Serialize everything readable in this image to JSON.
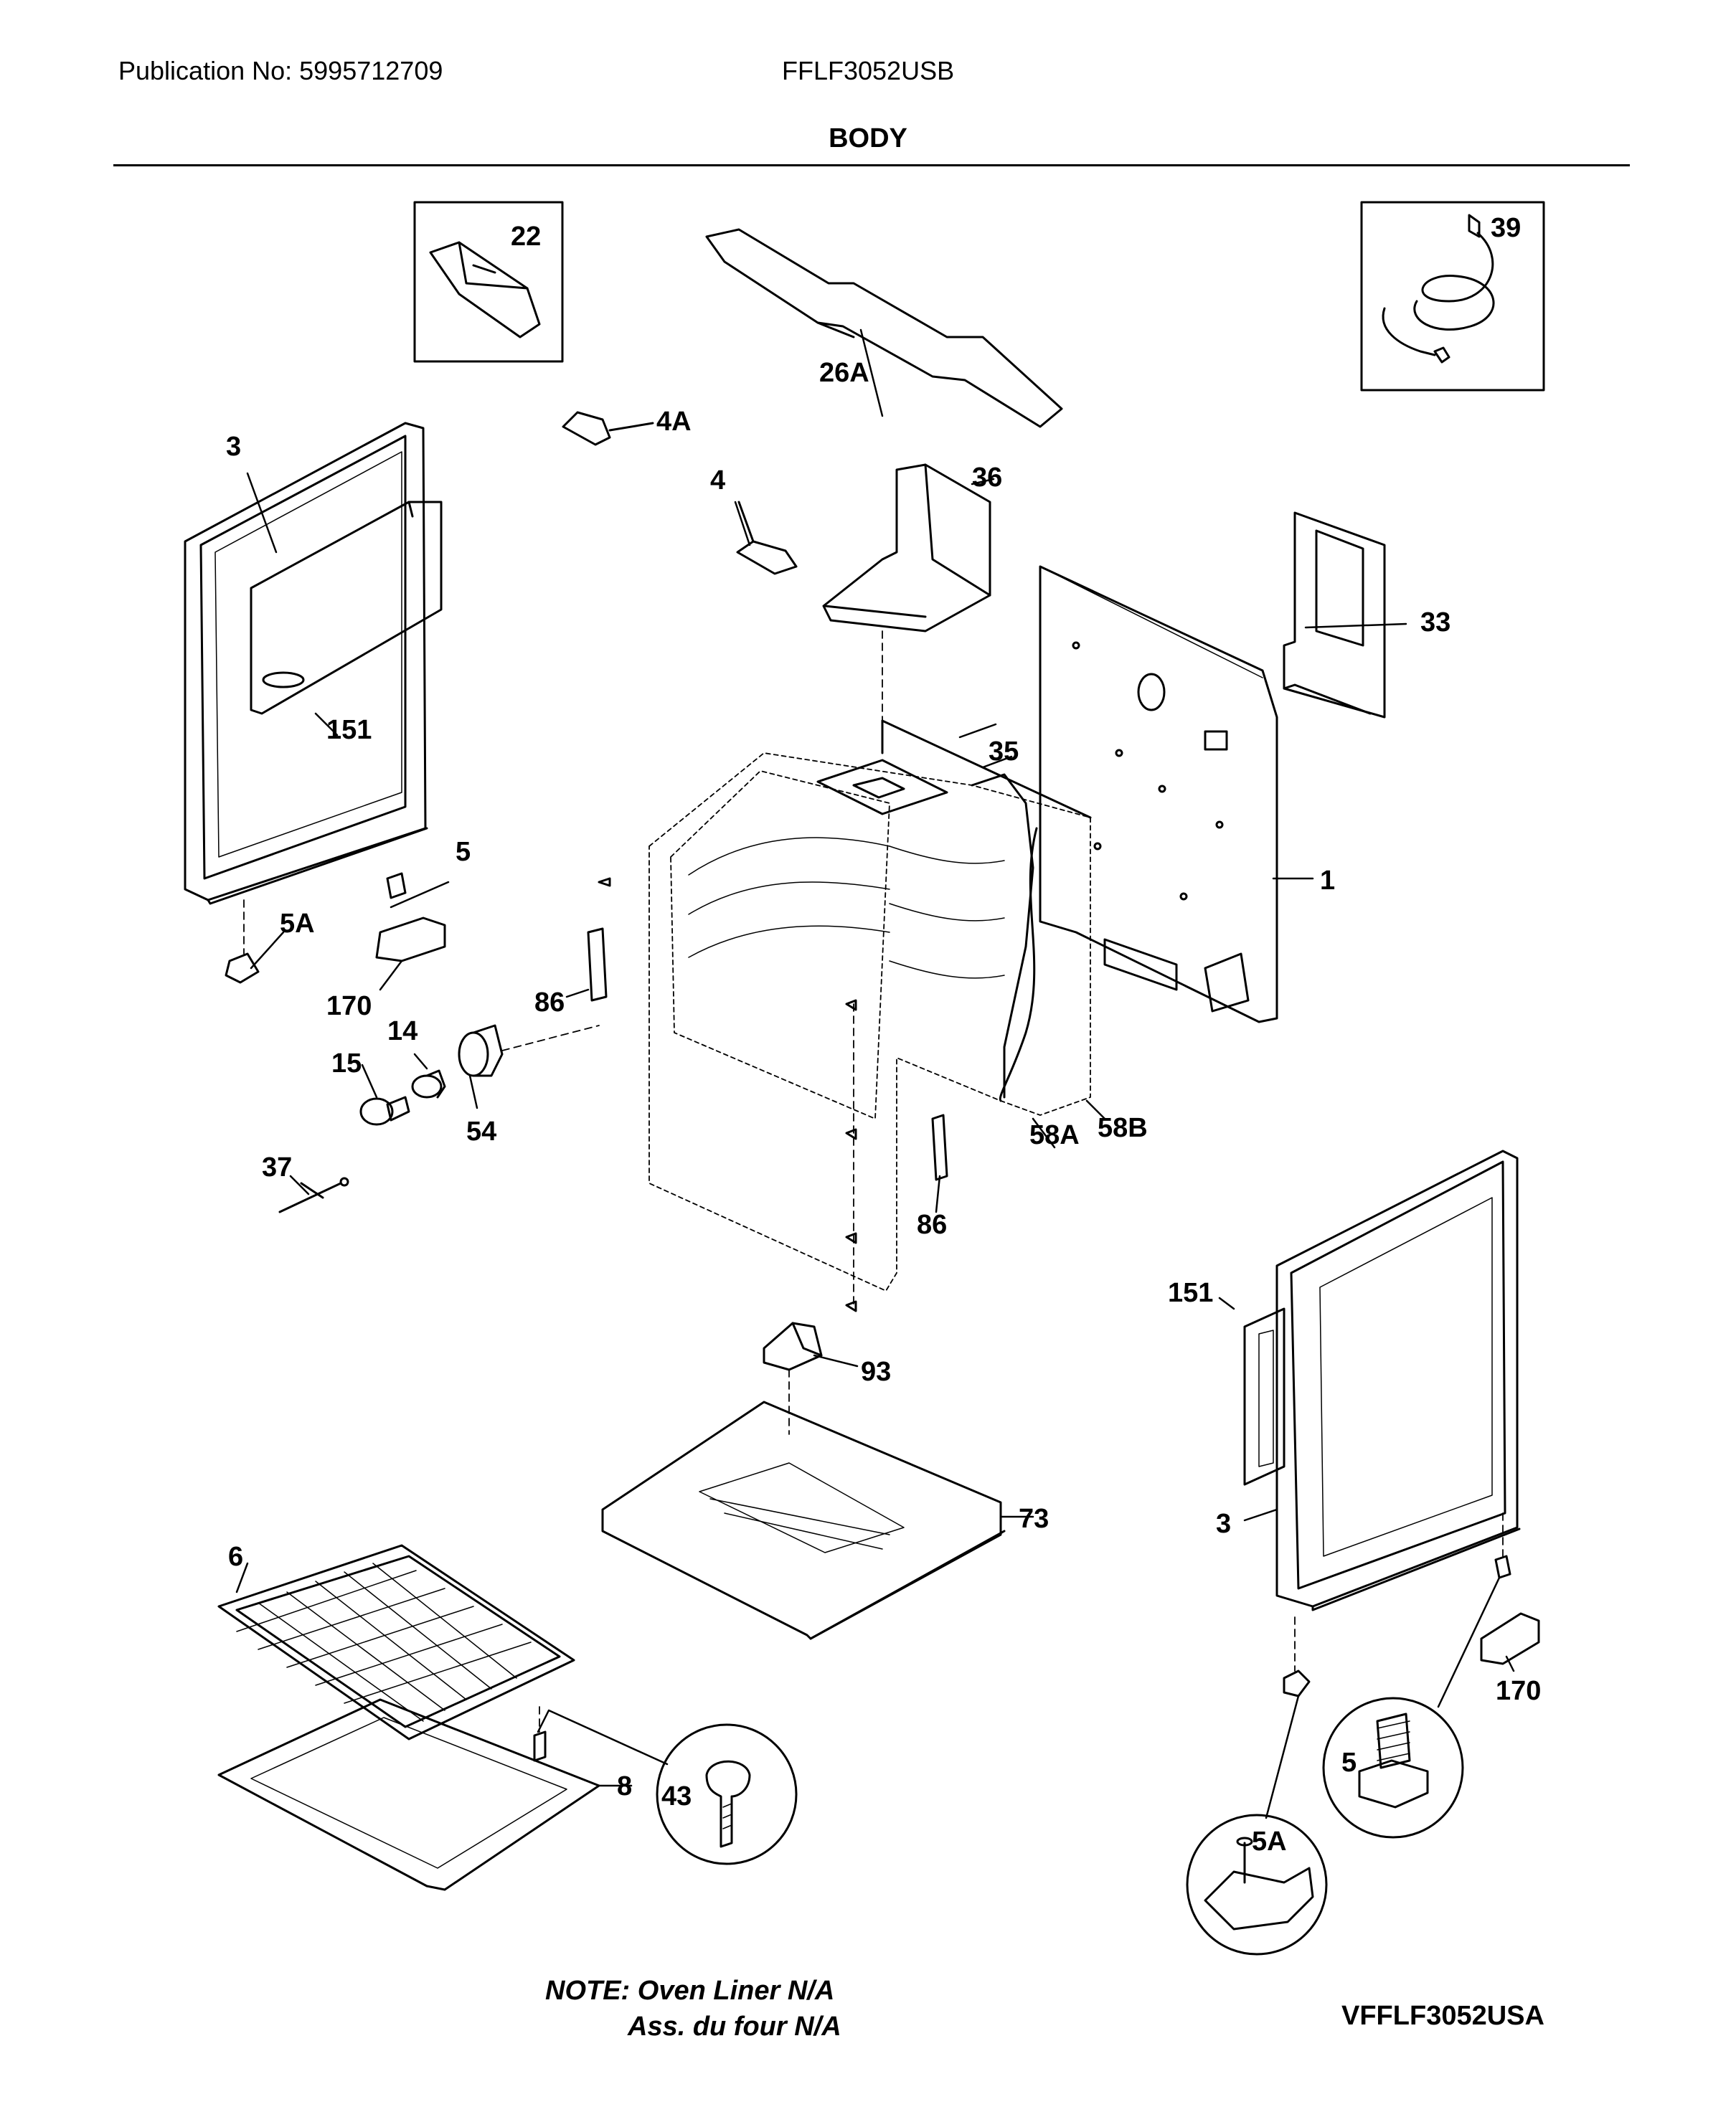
{
  "header": {
    "publication": "Publication No: 5995712709",
    "model": "FFLF3052USB",
    "title": "BODY"
  },
  "labels": {
    "p1": "1",
    "p3a": "3",
    "p3b": "3",
    "p4": "4",
    "p4a": "4A",
    "p5a": "5",
    "p5b": "5",
    "p5aa": "5A",
    "p5ab": "5A",
    "p6": "6",
    "p8": "8",
    "p14": "14",
    "p15": "15",
    "p22": "22",
    "p26a": "26A",
    "p33": "33",
    "p35": "35",
    "p36": "36",
    "p37": "37",
    "p39": "39",
    "p43": "43",
    "p54": "54",
    "p58a": "58A",
    "p58b": "58B",
    "p73": "73",
    "p86a": "86",
    "p86b": "86",
    "p93": "93",
    "p151a": "151",
    "p151b": "151",
    "p170a": "170",
    "p170b": "170"
  },
  "footer": {
    "note_line1": "NOTE: Oven Liner N/A",
    "note_line2": "Ass. du four N/A",
    "figure_id": "VFFLF3052USA"
  }
}
